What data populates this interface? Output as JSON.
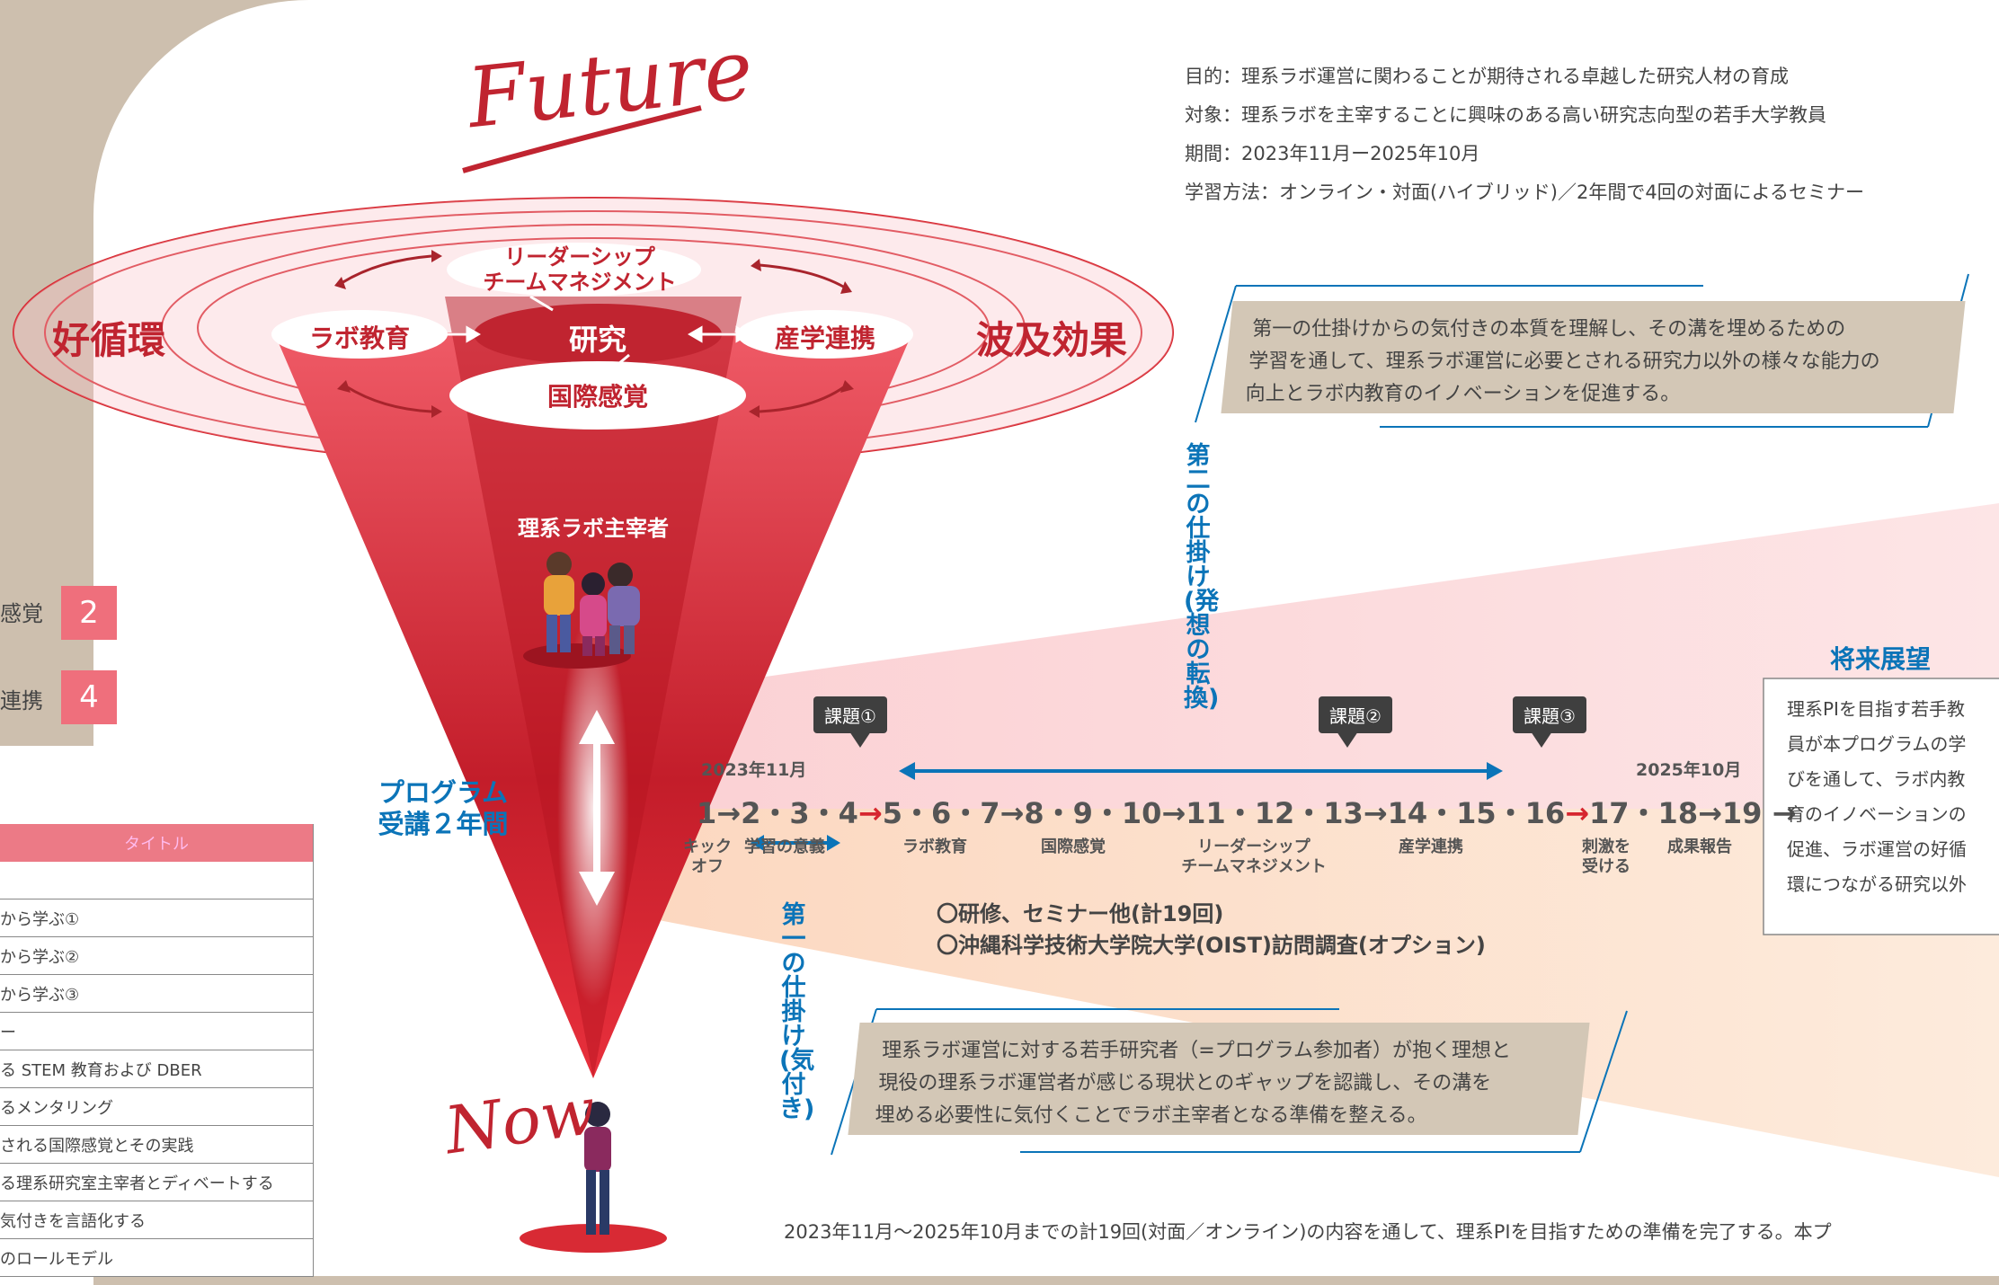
{
  "future_label": "Future",
  "now_label": "Now",
  "info": {
    "purpose": "目的：理系ラボ運営に関わることが期待される卓越した研究人材の育成",
    "target": "対象：理系ラボを主宰することに興味のある高い研究志向型の若手大学教員",
    "period": "期間：2023年11月ー2025年10月",
    "method": "学習方法：オンライン・対面(ハイブリッド)／2年間で4回の対面によるセミナー"
  },
  "funnel": {
    "left_title": "好循環",
    "right_title": "波及効果",
    "top_ellipse": "リーダーシップ\nチームマネジメント",
    "top_line1": "リーダーシップ",
    "top_line2": "チームマネジメント",
    "left_ellipse": "ラボ教育",
    "center": "研究",
    "right_ellipse": "産学連携",
    "bottom_ellipse": "国際感覚",
    "pi_label": "理系ラボ主宰者",
    "program_line1": "プログラム",
    "program_line2": "受講２年間"
  },
  "second_mechanism": {
    "vertical_label": "第二の仕掛け(発想の転換)",
    "text1": "第一の仕掛けからの気付きの本質を理解し、その溝を埋めるための",
    "text2": "学習を通して、理系ラボ運営に必要とされる研究力以外の様々な能力の",
    "text3": "向上とラボ内教育のイノベーションを促進する。"
  },
  "first_mechanism": {
    "vertical_label": "第一の仕掛け(気付き)",
    "text1": "理系ラボ運営に対する若手研究者（=プログラム参加者）が抱く理想と",
    "text2": "現役の理系ラボ運営者が感じる現状とのギャップを認識し、その溝を",
    "text3": "埋める必要性に気付くことでラボ主宰者となる準備を整える。"
  },
  "timeline": {
    "start_date": "2023年11月",
    "end_date": "2025年10月",
    "task1": "課題①",
    "task2": "課題②",
    "task3": "課題③",
    "seg1": "1→2・3・4",
    "seg2": "5・6・7→8・9・10→11・12・13→14・15・16",
    "seg3": "17・18→19",
    "labels": {
      "kickoff": "キック\nオフ",
      "kickoff1": "キック",
      "kickoff2": "オフ",
      "meaning": "学習の意義",
      "lab_ed": "ラボ教育",
      "intl": "国際感覚",
      "lead1": "リーダーシップ",
      "lead2": "チームマネジメント",
      "industry": "産学連携",
      "stim1": "刺激を",
      "stim2": "受ける",
      "report": "成果報告"
    },
    "note1": "〇研修、セミナー他(計19回)",
    "note2": "〇沖縄科学技術大学院大学(OIST)訪問調査(オプション)"
  },
  "future_outlook": {
    "title": "将来展望",
    "lines": [
      "理系PIを目指す若手教",
      "員が本プログラムの学",
      "びを通して、ラボ内教",
      "育のイノベーションの",
      "促進、ラボ運営の好循",
      "環につながる研究以外"
    ]
  },
  "bottom_text": "2023年11月～2025年10月までの計19回(対面／オンライン)の内容を通して、理系PIを目指すための準備を完了する。本プ",
  "left_panel": {
    "items": [
      {
        "label": "感覚",
        "num": "2"
      },
      {
        "label": "連携",
        "num": "4"
      }
    ],
    "table_header": "タイトル",
    "rows": [
      "",
      "から学ぶ①",
      "から学ぶ②",
      "から学ぶ③",
      "ー",
      "る STEM 教育および DBER",
      "るメンタリング",
      "される国際感覚とその実践",
      "る理系研究室主宰者とディベートする",
      "気付きを言語化する",
      "のロールモデル"
    ]
  },
  "colors": {
    "red": "#c8202c",
    "blue": "#0b74b8",
    "beige": "#d3c7b6",
    "pink_tab": "#ef6f7c"
  }
}
